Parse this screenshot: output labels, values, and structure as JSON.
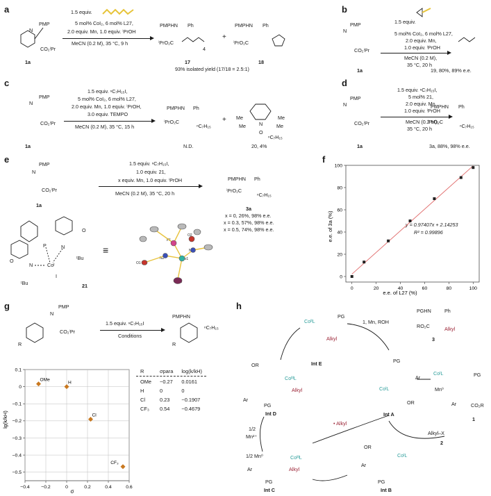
{
  "panels": {
    "a": {
      "label": "a",
      "reagent_equiv": "1.5 equiv.",
      "cond1": "5 mol% CoI₂, 6 mol% L27,",
      "cond2": "2.0 equiv. Mn, 1.0 equiv. ⁱPrOH",
      "cond3": "MeCN (0.2 M), 35 °C, 9 h",
      "substrate_label": "1a",
      "substrate_pmp": "PMP",
      "substrate_n": "N",
      "substrate_ester": "CO₂ⁱPr",
      "product1_label": "17",
      "product2_label": "18",
      "product_pmphn": "PMPHN",
      "product_ph": "Ph",
      "product_ester": "ⁱPrO₂C",
      "subscript4": "4",
      "plus": "+",
      "yield_note": "93% isolated yield (17/18 = 2.5:1)"
    },
    "b": {
      "label": "b",
      "reagent_equiv": "1.5 equiv.",
      "cond1": "5 mol% CoI₂, 6 mol% L27,",
      "cond2": "2.0 equiv. Mn,",
      "cond3": "1.0 equiv. ⁱPrOH",
      "cond4": "MeCN (0.2 M),",
      "cond5": "35 °C, 20 h",
      "substrate_label": "1a",
      "product_result": "19, 80%, 89% e.e."
    },
    "c": {
      "label": "c",
      "cond1": "1.5 equiv. ⁿC₇H₁₅I,",
      "cond2": "5 mol% CoI₂, 6 mol% L27,",
      "cond3": "2.0 equiv. Mn, 1.0 equiv. ⁱPrOH,",
      "cond4": "3.0 equiv. TEMPO",
      "cond5": "MeCN (0.2 M), 35 °C, 15 h",
      "substrate_label": "1a",
      "product1_label": "N.D.",
      "product2_label": "20, 4%",
      "alkyl": "ⁿC₇H₁₅",
      "me": "Me",
      "tempo_o": "O",
      "tempo_n": "N"
    },
    "d": {
      "label": "d",
      "cond1": "1.5 equiv. ⁿC₇H₁₅I,",
      "cond2": "5 mol% 21,",
      "cond3": "2.0 equiv. Mn,",
      "cond4": "1.0 equiv. ⁱPrOH",
      "cond5": "MeCN (0.2 M),",
      "cond6": "35 °C, 20 h",
      "substrate_label": "1a",
      "product_result": "3a, 88%, 98% e.e."
    },
    "e": {
      "label": "e",
      "cond1": "1.5 equiv. ⁿC₇H₁₅I,",
      "cond2": "1.0 equiv. 21,",
      "cond3": "x equiv. Mn, 1.0 equiv. ⁱPrOH",
      "cond4": "MeCN (0.2 M), 35 °C, 20 h",
      "substrate_label": "1a",
      "product_label": "3a",
      "results": [
        "x = 0, 26%, 98% e.e.",
        "x = 0.3, 57%, 98% e.e.",
        "x = 0.5, 74%, 98% e.e."
      ],
      "complex_label": "21",
      "complex_co": "Coᴵ",
      "complex_i": "I",
      "complex_tbu1": "ᵗBu",
      "complex_tbu2": "ᵗBu",
      "complex_p": "P",
      "complex_n": "N",
      "complex_o": "O",
      "equiv_sign": "≡",
      "atom_labels": [
        "P1",
        "O2",
        "N1",
        "N2",
        "O1",
        "Co1",
        "I1"
      ]
    },
    "f": {
      "label": "f",
      "equation": "y = 0.97407x + 2.14253",
      "r2": "R² = 0.99896"
    },
    "g": {
      "label": "g",
      "reagent": "1.5 equiv. ⁿC₇H₁₅I",
      "conditions": "Conditions",
      "substrate_r": "R",
      "table_headers": [
        "R",
        "σpara",
        "log(k/kH)"
      ],
      "table_rows": [
        [
          "OMe",
          "−0.27",
          "0.0161"
        ],
        [
          "H",
          "0",
          "0"
        ],
        [
          "Cl",
          "0.23",
          "−0.1907"
        ],
        [
          "CF₃",
          "0.54",
          "−0.4679"
        ]
      ]
    },
    "h": {
      "label": "h",
      "int_e": "Int E",
      "int_d": "Int D",
      "int_a": "Int A",
      "int_b": "Int B",
      "int_c": "Int C",
      "reductant_top": "1, Mn, ROH",
      "product_3": "3",
      "substrate_1": "1",
      "alkyl_x": "Alkyl–X",
      "label_2": "2",
      "alkyl_radical": "• Alkyl",
      "mn_half": "1/2",
      "mn2": "Mn²⁺",
      "mn0_half": "1/2 Mn⁰",
      "co_ii": "CoᴵᴵL",
      "co_i": "CoᴵL",
      "co_iii": "CoᴵᴵᴵL",
      "mn0": "Mn⁰",
      "pg": "PG",
      "alkyl": "Alkyl",
      "ar": "Ar",
      "or": "OR",
      "co2r": "CO₂R",
      "pghn": "PGHN",
      "ph": "Ph",
      "ro2c": "RO₂C"
    }
  },
  "chart_data": [
    {
      "type": "scatter",
      "title": "",
      "xlabel": "e.e. of L27 (%)",
      "ylabel": "e.e. of 3a (%)",
      "xlim": [
        -5,
        105
      ],
      "ylim": [
        -5,
        100
      ],
      "xticks": [
        0,
        20,
        40,
        60,
        80,
        100
      ],
      "yticks": [
        0,
        20,
        40,
        60,
        80,
        100
      ],
      "x": [
        0,
        10,
        30,
        48,
        68,
        90,
        100
      ],
      "y": [
        0,
        13,
        32,
        50,
        70,
        89,
        98
      ],
      "fit": {
        "slope": 0.97407,
        "intercept": 2.14253
      },
      "marker_color": "#222222",
      "fit_color": "#e06a6a",
      "grid": false
    },
    {
      "type": "scatter",
      "title": "",
      "xlabel": "σ",
      "ylabel": "lg(k/kH)",
      "xlim": [
        -0.4,
        0.6
      ],
      "ylim": [
        -0.55,
        0.1
      ],
      "xticks": [
        -0.4,
        -0.2,
        0,
        0.2,
        0.4,
        0.6
      ],
      "yticks": [
        0.1,
        0,
        -0.1,
        -0.2,
        -0.3,
        -0.4,
        -0.5
      ],
      "x": [
        -0.27,
        0,
        0.23,
        0.54
      ],
      "y": [
        0.0161,
        0,
        -0.1907,
        -0.4679
      ],
      "point_labels": [
        "OMe",
        "H",
        "Cl",
        "CF₃"
      ],
      "marker_color": "#c9781f",
      "grid": true
    }
  ],
  "colors": {
    "text": "#1a1a1a",
    "iodide": "#e7c43a",
    "cobalt": "#2a9d9a",
    "alkyl": "#9b2335"
  }
}
